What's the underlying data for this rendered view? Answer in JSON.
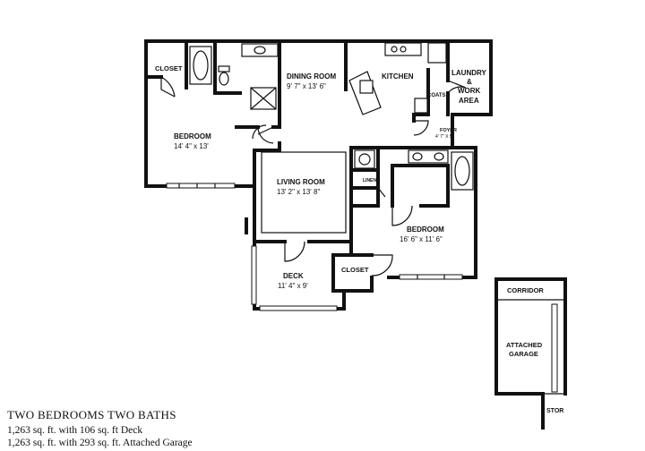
{
  "rooms": {
    "closet_left": "CLOSET",
    "bedroom_left": "BEDROOM",
    "bedroom_left_dim": "14' 4\" x 13'",
    "dining": "DINING ROOM",
    "dining_dim": "9' 7\" x 13' 6\"",
    "kitchen": "KITCHEN",
    "laundry_1": "LAUNDRY",
    "laundry_2": "&",
    "laundry_3": "WORK",
    "laundry_4": "AREA",
    "coats": "COATS",
    "foyer": "FOYER",
    "foyer_dim": "4' 7\" X 5'",
    "linen": "LINEN",
    "living": "LIVING ROOM",
    "living_dim": "13' 2\" x 13' 8\"",
    "bedroom_right": "BEDROOM",
    "bedroom_right_dim": "16' 6\" x 11' 6\"",
    "closet_right": "CLOSET",
    "deck": "DECK",
    "deck_dim": "11' 4\" x 9'",
    "corridor": "CORRIDOR",
    "garage_1": "ATTACHED",
    "garage_2": "GARAGE",
    "stor": "STOR"
  },
  "caption": {
    "title": "TWO BEDROOMS TWO BATHS",
    "line1": "1,263 sq. ft. with 106 sq. ft Deck",
    "line2": "1,263 sq. ft. with 293 sq. ft. Attached Garage"
  }
}
